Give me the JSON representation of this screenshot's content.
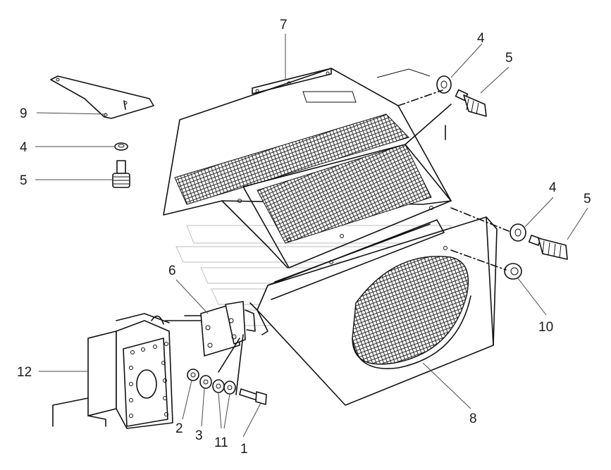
{
  "callouts": [
    {
      "id": "7",
      "text": "7"
    },
    {
      "id": "4a",
      "text": "4"
    },
    {
      "id": "5a",
      "text": "5"
    },
    {
      "id": "9",
      "text": "9"
    },
    {
      "id": "4b",
      "text": "4"
    },
    {
      "id": "5b",
      "text": "5"
    },
    {
      "id": "4c",
      "text": "4"
    },
    {
      "id": "5c",
      "text": "5"
    },
    {
      "id": "6",
      "text": "6"
    },
    {
      "id": "10",
      "text": "10"
    },
    {
      "id": "12",
      "text": "12"
    },
    {
      "id": "2",
      "text": "2"
    },
    {
      "id": "3",
      "text": "3"
    },
    {
      "id": "11",
      "text": "11"
    },
    {
      "id": "1",
      "text": "1"
    },
    {
      "id": "8",
      "text": "8"
    }
  ],
  "colors": {
    "ink": "#111111",
    "background": "#ffffff",
    "mesh": "#2a2a2a"
  }
}
